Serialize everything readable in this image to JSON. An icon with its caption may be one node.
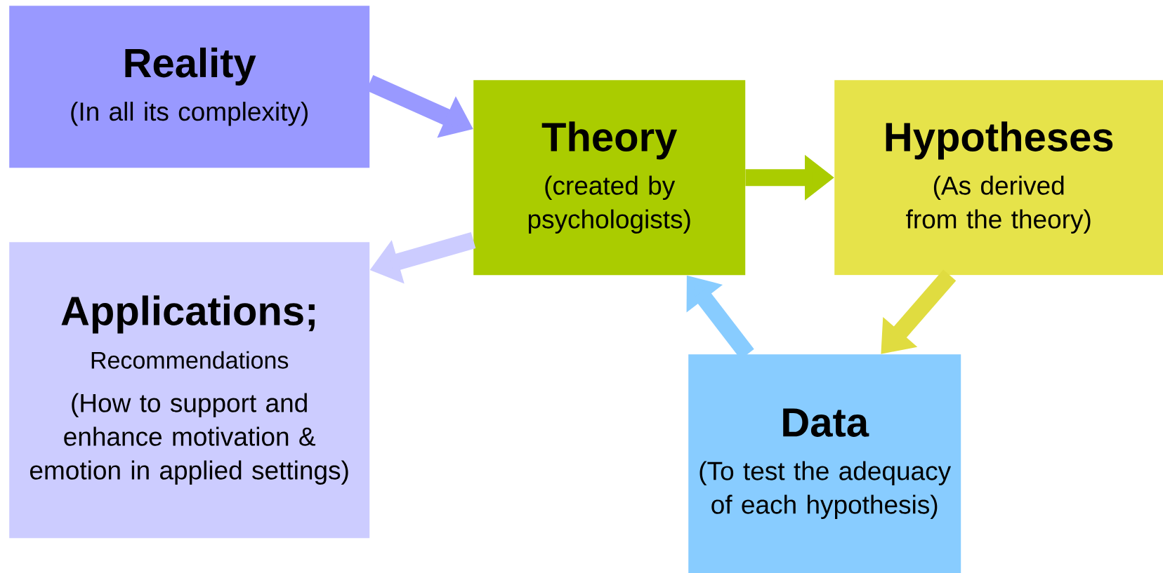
{
  "diagram": {
    "nodes": [
      {
        "text": [
          "Reality",
          "(In all its complexity)"
        ]
      },
      {
        "text": [
          "Theory",
          "(created by psychologists)"
        ]
      },
      {
        "text": [
          "Hypotheses",
          "(As derived from the theory)"
        ]
      },
      {
        "text": [
          "Applications;",
          "Recommendations",
          "(How to support and enhance motivation & emotion in applied settings)"
        ]
      },
      {
        "text": [
          "Data",
          "(To test the adequacy of each hypothesis)"
        ]
      }
    ],
    "edges": [
      {
        "from": 0,
        "to": 1,
        "arrow": "to",
        "color": "#9999ff"
      },
      {
        "from": 1,
        "to": 2,
        "arrow": "to",
        "color": "#aacc00"
      },
      {
        "from": 2,
        "to": 4,
        "arrow": "to",
        "color": "#e0dc40"
      },
      {
        "from": 4,
        "to": 1,
        "arrow": "to",
        "color": "#88ccff"
      },
      {
        "from": 1,
        "to": 3,
        "arrow": "to",
        "color": "#ccccff"
      }
    ]
  }
}
